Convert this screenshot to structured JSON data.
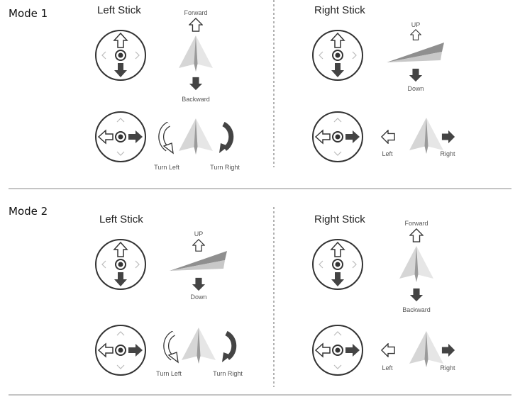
{
  "modes": [
    {
      "title": "Mode 1",
      "left": {
        "title": "Left Stick",
        "top": [
          "Forward",
          "Backward"
        ],
        "bottom": [
          "Turn Left",
          "Turn Right"
        ]
      },
      "right": {
        "title": "Right Stick",
        "top": [
          "UP",
          "Down"
        ],
        "bottom": [
          "Left",
          "Right"
        ]
      }
    },
    {
      "title": "Mode 2",
      "left": {
        "title": "Left Stick",
        "top": [
          "UP",
          "Down"
        ],
        "bottom": [
          "Turn Left",
          "Turn Right"
        ]
      },
      "right": {
        "title": "Right Stick",
        "top": [
          "Forward",
          "Backward"
        ],
        "bottom": [
          "Left",
          "Right"
        ]
      }
    }
  ],
  "colors": {
    "dark": "#444444",
    "plane": "#dddddd",
    "hint": "#bbbbbb"
  }
}
